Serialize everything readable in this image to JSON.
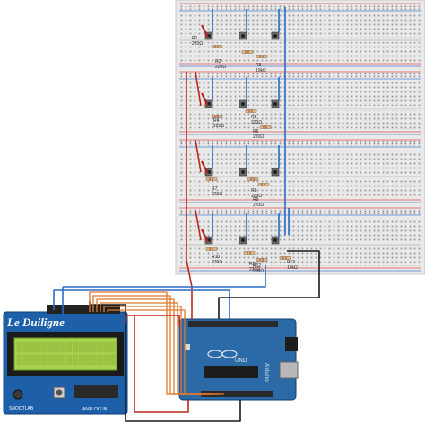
{
  "lcd_shield": {
    "brand": "Le Duiligne",
    "vendor": "SNOOTLAB"
  },
  "arduino": {
    "name": "Arduino",
    "model": "UNO"
  },
  "resistors": [
    {
      "name": "R1",
      "value": "220Ω"
    },
    {
      "name": "R2",
      "value": "220Ω"
    },
    {
      "name": "R3",
      "value": "10kΩ"
    },
    {
      "name": "R4",
      "value": "220Ω"
    },
    {
      "name": "R5",
      "value": "220Ω"
    },
    {
      "name": "R6",
      "value": "220Ω"
    },
    {
      "name": "R7",
      "value": "220Ω"
    },
    {
      "name": "R8",
      "value": "220Ω"
    },
    {
      "name": "R9",
      "value": "220Ω"
    },
    {
      "name": "R10",
      "value": "220Ω"
    },
    {
      "name": "R11",
      "value": "220Ω"
    },
    {
      "name": "R12",
      "value": "220Ω"
    },
    {
      "name": "R13",
      "value": "10kΩ"
    }
  ],
  "colors": {
    "breadboard": "#e9e9e9",
    "rail_red": "#e05050",
    "rail_blue": "#4a7fd0",
    "wire_red": "#c0281e",
    "wire_blue": "#2a6cc8",
    "wire_orange": "#e0782c",
    "wire_black": "#1a1a1a",
    "lcd_pcb": "#1d5fa8",
    "lcd_screen": "#a8d34e",
    "arduino_pcb": "#2b6aa6"
  }
}
